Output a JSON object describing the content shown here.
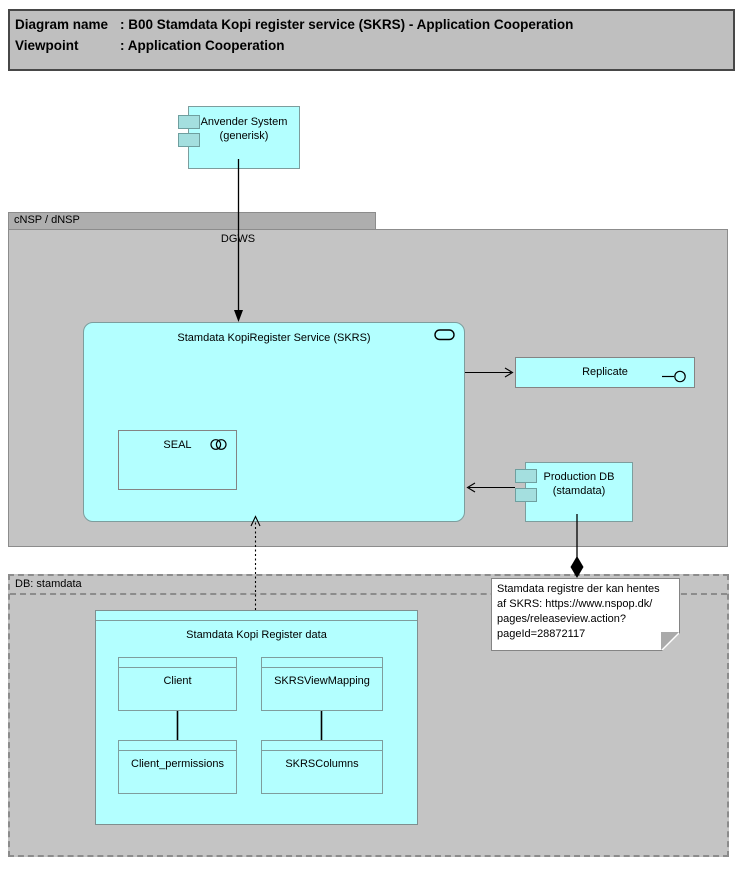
{
  "header": {
    "rows": [
      {
        "label": "Diagram name",
        "value": ": B00 Stamdata Kopi register service (SKRS) - Application Cooperation"
      },
      {
        "label": "Viewpoint",
        "value": ": Application Cooperation"
      }
    ]
  },
  "nodes": {
    "anvender_system": {
      "label": "Anvender System",
      "sublabel": "(generisk)"
    },
    "cnsp_container": {
      "label": "cNSP / dNSP"
    },
    "dgws_flow": {
      "label": "DGWS"
    },
    "skrs_service": {
      "label": "Stamdata KopiRegister Service (SKRS)"
    },
    "seal": {
      "label": "SEAL"
    },
    "replicate": {
      "label": "Replicate"
    },
    "production_db": {
      "label": "Production DB",
      "sublabel": "(stamdata)"
    },
    "db_container": {
      "label": "DB: stamdata"
    },
    "data_box": {
      "label": "Stamdata Kopi Register data"
    },
    "tables": {
      "client": "Client",
      "skrs_view_mapping": "SKRSViewMapping",
      "client_permissions": "Client_permissions",
      "skrs_columns": "SKRSColumns"
    }
  },
  "note": {
    "lines": [
      "Stamdata registre der kan hentes",
      "af SKRS: https://www.nspop.dk/",
      "pages/releaseview.action?",
      "pageId=28872117"
    ]
  },
  "colors": {
    "element_fill": "#b3ffff",
    "element_tab_fill": "#a4dfdf",
    "container_fill": "#c4c4c4",
    "container_tab_fill": "#aeaeae",
    "title_fill": "#bfbfbf",
    "note_fill": "#ffffff",
    "connector": "#000000"
  }
}
